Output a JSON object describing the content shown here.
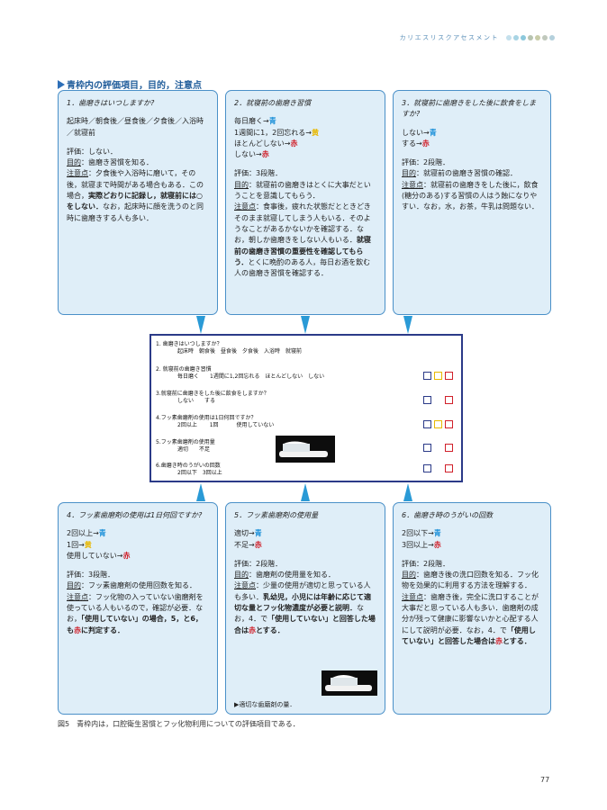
{
  "header": {
    "title": "カリエスリスクアセスメント",
    "dot_colors": [
      "#c4e0ec",
      "#a8d4e4",
      "#8cc8dc",
      "#b8c4b0",
      "#c8cca8",
      "#c0c8bc",
      "#b4d0dc"
    ]
  },
  "section_title": "青枠内の評価項目，目的，注意点",
  "colors": {
    "blue": "#1a8fd8",
    "yellow": "#e8b800",
    "red": "#d0202a",
    "navy": "#2b3a88"
  },
  "box1": {
    "title": "1．歯磨きはいつしますか?",
    "options": "起床時／朝食後／昼食後／夕食後／入浴時／就寝前",
    "eval": "評価：しない．",
    "purpose_label": "目的",
    "purpose": "：歯磨き習慣を知る．",
    "caution_label": "注意点",
    "caution_a": "：夕食後や入浴時に磨いて，その後，就寝まで時間がある場合もある．この場合，",
    "caution_bold": "実際どおりに記録し，就寝前には○をしない．",
    "caution_b": "なお，起床時に顔を洗うのと同時に歯磨きする人も多い．"
  },
  "box2": {
    "title": "2．就寝前の歯磨き習慣",
    "a1": "毎日磨く→",
    "a1c": "青",
    "a2": "1週間に1，2回忘れる→",
    "a2c": "黄",
    "a3": "ほとんどしない→",
    "a3c": "赤",
    "a4": "しない→",
    "a4c": "赤",
    "eval": "評価：3段階．",
    "purpose_label": "目的",
    "purpose": "：就寝前の歯磨きはとくに大事だということを意識してもらう．",
    "caution_label": "注意点",
    "caution_a": "：食事後，疲れた状態だとときどきそのまま就寝してしまう人もいる．そのようなことがあるかないかを確認する．なお，朝しか歯磨きをしない人もいる．",
    "caution_bold": "就寝前の歯磨き習慣の重要性を確認してもらう．",
    "caution_b": "とくに晩酌のある人，毎日お酒を飲む人の歯磨き習慣を確認する．"
  },
  "box3": {
    "title": "3．就寝前に歯磨きをした後に飲食をしますか?",
    "a1": "しない→",
    "a1c": "青",
    "a2": "する→",
    "a2c": "赤",
    "eval": "評価：2段階．",
    "purpose_label": "目的",
    "purpose": "：就寝前の歯磨き習慣の確認．",
    "caution_label": "注意点",
    "caution_a": "：就寝前の歯磨きをした後に，飲食(糖分のある)する習慣の人はう蝕になりやすい．なお，水，お茶，牛乳は問題ない．"
  },
  "box4": {
    "title": "4．フッ素歯磨剤の使用は1日何回ですか?",
    "a1": "2回以上→",
    "a1c": "青",
    "a2": "1回→",
    "a2c": "黄",
    "a3": "使用していない→",
    "a3c": "赤",
    "eval": "評価：3段階．",
    "purpose_label": "目的",
    "purpose": "：フッ素歯磨剤の使用回数を知る．",
    "caution_label": "注意点",
    "caution_a": "：フッ化物の入っていない歯磨剤を使っている人もいるので，確認が必要．なお，",
    "caution_bold1": "「使用していない」の場合，5，と6，も",
    "caution_red": "赤",
    "caution_bold2": "に判定する．"
  },
  "box5": {
    "title": "5．フッ素歯磨剤の使用量",
    "a1": "適切→",
    "a1c": "青",
    "a2": "不足→",
    "a2c": "赤",
    "eval": "評価：2段階．",
    "purpose_label": "目的",
    "purpose": "：歯磨剤の使用量を知る．",
    "caution_label": "注意点",
    "caution_a": "：少量の使用が適切と思っている人も多い．",
    "caution_bold1": "乳幼児，小児には年齢に応じて適切な量とフッ化物濃度が必要と説明．",
    "caution_a2": "なお，4．で",
    "caution_bold2": "「使用していない」と回答した場合は",
    "caution_red": "赤",
    "caution_bold3": "とする．",
    "photo_caption": "▶適切な歯磨剤の量．"
  },
  "box6": {
    "title": "6．歯磨き時のうがいの回数",
    "a1": "2回以下→",
    "a1c": "青",
    "a2": "3回以上→",
    "a2c": "赤",
    "eval": "評価：2段階．",
    "purpose_label": "目的",
    "purpose": "：歯磨き後の洗口回数を知る．フッ化物を効果的に利用する方法を理解する．",
    "caution_label": "注意点",
    "caution_a": "：歯磨き後，完全に洗口することが大事だと思っている人も多い．歯磨剤の成分が残って健康に影響ないかと心配する人にして説明が必要．なお，4．で",
    "caution_bold1": "「使用していない」と回答した場合は",
    "caution_red": "赤",
    "caution_bold2": "とする．"
  },
  "sheet": {
    "q1": "1. 歯磨きはいつしますか？",
    "q1o": "起床時　朝食後　昼食後　夕食後　入浴時　就寝前",
    "q2": "2. 就寝前の歯磨き習慣",
    "q2o": "毎日磨く　　1週間に1,2回忘れる　ほとんどしない　しない",
    "q3": "3.就寝前に歯磨きをした後に飲食をしますか？",
    "q3o": "しない　　する",
    "q4": "4.フッ素歯磨剤の使用は1日何回ですか？",
    "q4o": "2回以上　　 1回　　　 使用していない",
    "q5": "5.フッ素歯磨剤の使用量",
    "q5o": "適切　　不足",
    "q6": "6.歯磨き時のうがいの回数",
    "q6o": "2回以下　3回以上"
  },
  "caption": "図5　青枠内は，口腔衛生習慣とフッ化物利用についての評価項目である．",
  "page_number": "77"
}
